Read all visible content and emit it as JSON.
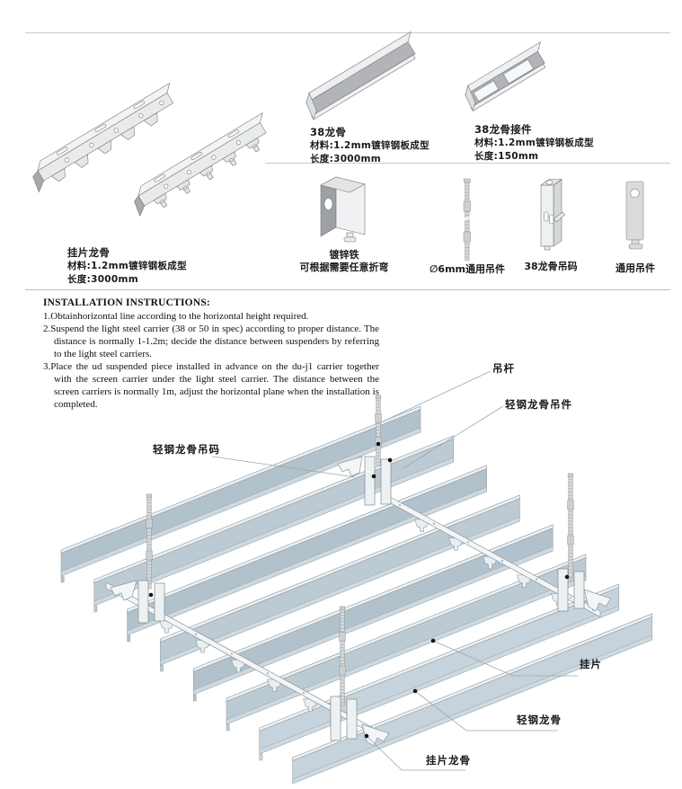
{
  "products": {
    "guapian_longgu": {
      "name": "挂片龙骨",
      "material": "材料:1.2mm镀锌钢板成型",
      "length": "长度:3000mm"
    },
    "longgu_38": {
      "name": "38龙骨",
      "material": "材料:1.2mm镀锌钢板成型",
      "length": "长度:3000mm"
    },
    "longgu_38_connector": {
      "name": "38龙骨接件",
      "material": "材料:1.2mm镀锌钢板成型",
      "length": "长度:150mm"
    },
    "duxintie": {
      "name": "镀锌铁",
      "note": "可根据需要任意折弯"
    },
    "rod_6mm": {
      "name": "∅6mm通用吊件"
    },
    "diaoma_38": {
      "name": "38龙骨吊码"
    },
    "universal_hanger": {
      "name": "通用吊件"
    }
  },
  "instructions": {
    "title": "INSTALLATION INSTRUCTIONS:",
    "items": [
      "1.Obtainhorizontal line according to the horizontal height required.",
      "2.Suspend the light steel carrier (38 or 50 in spec) according to proper distance. The distance is normally 1-1.2m; decide the distance between suspenders by referring to the light steel carriers.",
      "3.Place the ud suspended piece installed in advance on the du-j1 carrier together with the screen carrier under the light steel carrier. The distance between the screen carriers is normally 1m, adjust the horizontal plane when the installation is completed."
    ]
  },
  "diagram_labels": {
    "diaogan": "吊杆",
    "qinggang_longgu_diaojian": "轻钢龙骨吊件",
    "qinggang_longgu_diaoma": "轻钢龙骨吊码",
    "guapian": "挂片",
    "qinggang_longgu": "轻钢龙骨",
    "guapian_longgu": "挂片龙骨"
  },
  "colors": {
    "panel_face": "#b2c2cc",
    "panel_face_alt": "#bccad4",
    "panel_front": "#c6d3dc",
    "panel_cap": "#edf1f3",
    "panel_lip": "#cdd9e0",
    "metal_white": "#f3f5f6",
    "tooth_fill": "#e9eef1",
    "outline": "#8a969d",
    "rod_fill": "#d7d9da",
    "bracket_fill": "#eef1f2",
    "leader": "#a0a5a8",
    "dot": "#141414",
    "divider": "#c9c9c9"
  }
}
